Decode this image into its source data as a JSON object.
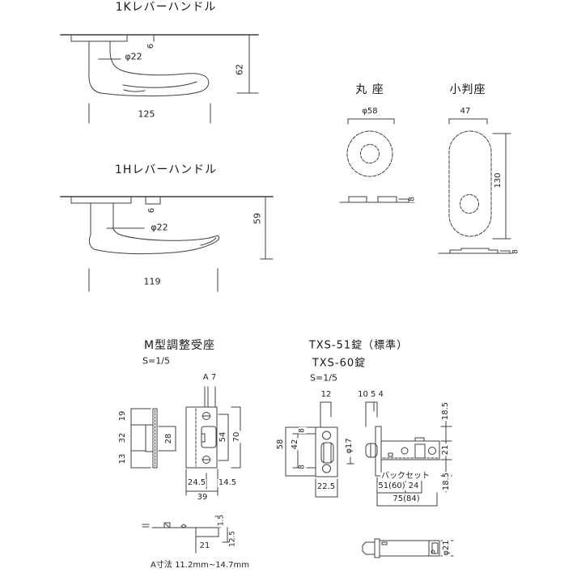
{
  "drawing": {
    "lever_1k": {
      "title": "1Kレバーハンドル",
      "dim_diameter": "φ22",
      "dim_neck": "6",
      "dim_height": "62",
      "dim_length": "125"
    },
    "lever_1h": {
      "title": "1Hレバーハンドル",
      "dim_diameter": "φ22",
      "dim_neck": "6",
      "dim_height": "59",
      "dim_length": "119"
    },
    "round_rose": {
      "title": "丸 座",
      "dim_diameter": "φ58",
      "dim_thickness": "8"
    },
    "oval_rose": {
      "title": "小判座",
      "dim_width": "47",
      "dim_height": "130",
      "dim_thickness": "8"
    },
    "strike_plate": {
      "title": "M型調整受座",
      "scale": "S=1/5",
      "dim_a": "A 7",
      "dim_19": "19",
      "dim_32": "32",
      "dim_13": "13",
      "dim_28": "28",
      "dim_54": "54",
      "dim_70": "70",
      "dim_24_5": "24.5",
      "dim_14_5": "14.5",
      "dim_39": "39",
      "dim_1_5": "1.5",
      "dim_12_5": "12.5",
      "dim_21": "21",
      "note": "A寸法 11.2mm~14.7mm"
    },
    "latch": {
      "title_line1": "TXS-51錠（標準）",
      "title_line2": "TXS-60錠",
      "scale": "S=1/5",
      "dim_12": "12",
      "dim_1054": "10 5 4",
      "dim_58": "58",
      "dim_42": "42",
      "dim_8_top": "8",
      "dim_8_bottom": "8",
      "dim_22_5": "22.5",
      "dim_phi17": "φ17",
      "dim_18_5_top": "18.5",
      "dim_21": "21",
      "dim_18_5_bottom": "18.5",
      "backset_label": "バックセット",
      "dim_backset": "51(60)",
      "dim_24": "24",
      "dim_total": "75(84)",
      "dim_phi21": "φ21"
    }
  }
}
